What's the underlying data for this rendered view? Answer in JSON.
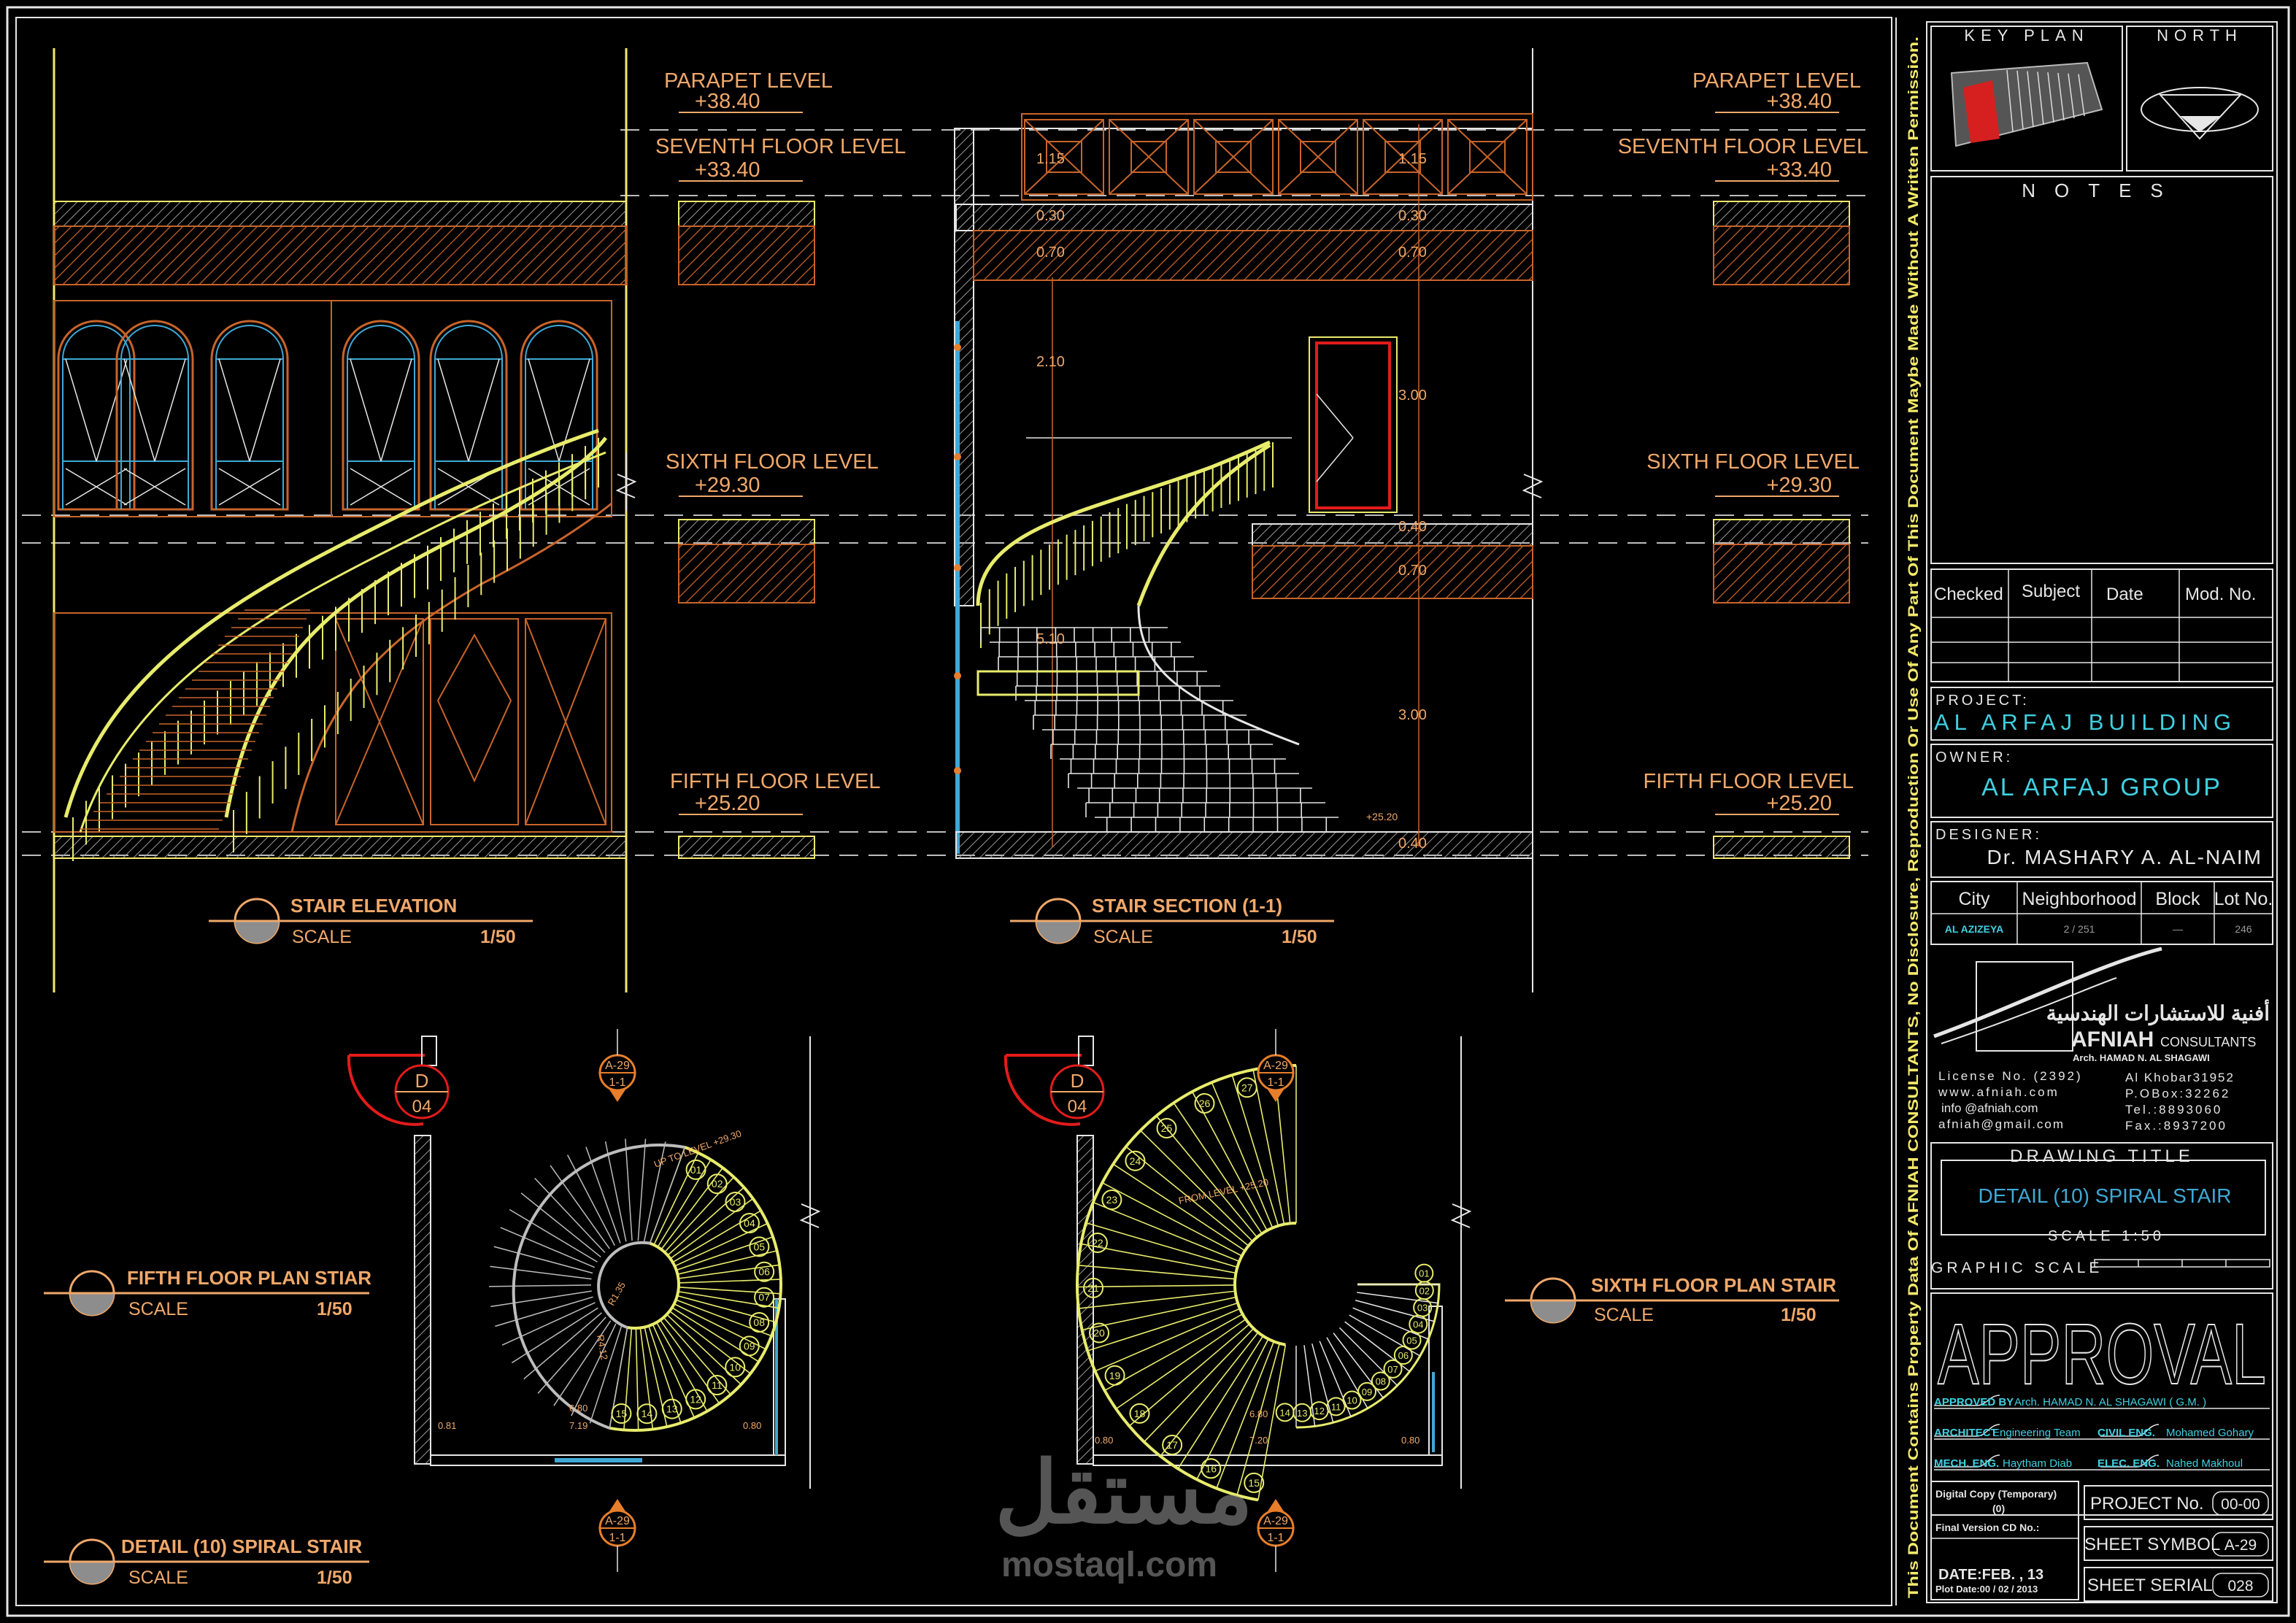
{
  "levels": {
    "parapet": {
      "label": "PARAPET LEVEL",
      "value": "+38.40"
    },
    "seventh": {
      "label": "SEVENTH FLOOR LEVEL",
      "value": "+33.40"
    },
    "sixth": {
      "label": "SIXTH FLOOR LEVEL",
      "value": "+29.30"
    },
    "fifth": {
      "label": "FIFTH FLOOR LEVEL",
      "value": "+25.20"
    }
  },
  "dims": {
    "d115": "1.15",
    "d030": "0.30",
    "d070": "0.70",
    "d210": "2.10",
    "d300": "3.00",
    "d040": "0.40",
    "d510": "5.10",
    "d2520": "+25.20",
    "d680": "6.80",
    "d719": "7.19",
    "d720": "7.20",
    "d081": "0.81",
    "d080": "0.80",
    "r135": "R1.35",
    "r412": "R4.12"
  },
  "views": {
    "stair_elevation": {
      "title": "STAIR ELEVATION",
      "scale_label": "SCALE",
      "scale": "1/50"
    },
    "stair_section": {
      "title": "STAIR SECTION (1-1)",
      "scale_label": "SCALE",
      "scale": "1/50"
    },
    "fifth_plan": {
      "title": "FIFTH FLOOR PLAN STIAR",
      "scale_label": "SCALE",
      "scale": "1/50"
    },
    "sixth_plan": {
      "title": "SIXTH FLOOR PLAN STAIR",
      "scale_label": "SCALE",
      "scale": "1/50"
    },
    "detail": {
      "title": "DETAIL (10) SPIRAL STAIR",
      "scale_label": "SCALE",
      "scale": "1/50"
    }
  },
  "plan_tags": {
    "detail_letter": "D",
    "detail_sheet": "04",
    "sheet_ref": "A-29",
    "section_ref": "1-1",
    "up_note": "UP TO LEVEL +29.30",
    "from_note": "FROM LEVEL +25.20"
  },
  "steps_fifth": [
    "01",
    "02",
    "03",
    "04",
    "05",
    "06",
    "07",
    "08",
    "09",
    "10",
    "11",
    "12",
    "13",
    "14",
    "15"
  ],
  "steps_sixth": [
    "15",
    "16",
    "17",
    "18",
    "19",
    "20",
    "21",
    "22",
    "23",
    "24",
    "25",
    "26",
    "27"
  ],
  "steps_sixth_right": [
    "01",
    "02",
    "03",
    "04",
    "05",
    "06",
    "07",
    "08",
    "09",
    "10",
    "11",
    "12",
    "13",
    "14"
  ],
  "side_text": "This Document Contains Property Data Of AFNIAH CONSULTANTS, No Disclosure, Reproduction Or Use Of Any Part Of This Document Maybe Made Without A Written Permission.",
  "title_block": {
    "key_plan": "KEY PLAN",
    "north": "NORTH",
    "notes": "NOTES",
    "rev_headers": [
      "Checked",
      "Subject",
      "Date",
      "Mod. No."
    ],
    "project_label": "PROJECT:",
    "project": "AL ARFAJ BUILDING",
    "owner_label": "OWNER:",
    "owner": "AL ARFAJ GROUP",
    "designer_label": "DESIGNER:",
    "designer": "Dr. MASHARY A. AL-NAIM",
    "loc_headers": [
      "City",
      "Neighborhood",
      "Block",
      "Lot No."
    ],
    "loc_values": [
      "AL AZIZEYA",
      "2 / 251",
      "—",
      "246"
    ],
    "logo_arabic": "أفنية للاستشارات الهندسية",
    "logo_name": "AFNIAH",
    "logo_sub": "CONSULTANTS",
    "logo_arch": "Arch. HAMAD N. AL SHAGAWI",
    "contact_left": [
      "License No. (2392)",
      "www.afniah.com",
      "info @afniah.com",
      "afniah@gmail.com"
    ],
    "contact_right": [
      "Al Khobar31952",
      "P.OBox:32262",
      "Tel.:8893060",
      "Fax.:8937200"
    ],
    "drawing_title_label": "DRAWING TITLE",
    "drawing_title": "DETAIL (10) SPIRAL STAIR",
    "scale_text": "SCALE 1:50",
    "graphic_scale": "GRAPHIC SCALE",
    "approval": "APPROVAL",
    "approved_by_label": "APPROVED BY",
    "approved_by": "Arch. HAMAD N. AL SHAGAWI ( G.M. )",
    "architect_label": "ARCHITECT",
    "architect": "Engineering Team",
    "civil_label": "CIVIL ENG.",
    "civil": "Mohamed Gohary",
    "mech_label": "MECH. ENG.",
    "mech": "Haytham Diab",
    "elec_label": "ELEC. ENG.",
    "elec": "Nahed Makhoul",
    "digital_copy": "Digital Copy (Temporary)",
    "digital_copy_val": "(0)",
    "final_version": "Final Version CD No.:",
    "date": "DATE:FEB. , 13",
    "plot_date": "Plot Date:00 / 02 / 2013",
    "project_no_label": "PROJECT No.",
    "project_no": "00-00",
    "sheet_symbol_label": "SHEET SYMBOL",
    "sheet_symbol": "A-29",
    "sheet_serial_label": "SHEET SERIAL",
    "sheet_serial": "028"
  },
  "watermark": {
    "arabic": "مستقل",
    "url": "mostaql.com"
  },
  "colors": {
    "level_text": "#f0a86a",
    "handrail": "#e8ec6c",
    "wall": "#f3e96a",
    "hatch": "#c8642a",
    "window_blue": "#3fa9d6",
    "red": "#e31b1b",
    "dash": "#bdbdbd",
    "frame": "#e6e6e6"
  }
}
